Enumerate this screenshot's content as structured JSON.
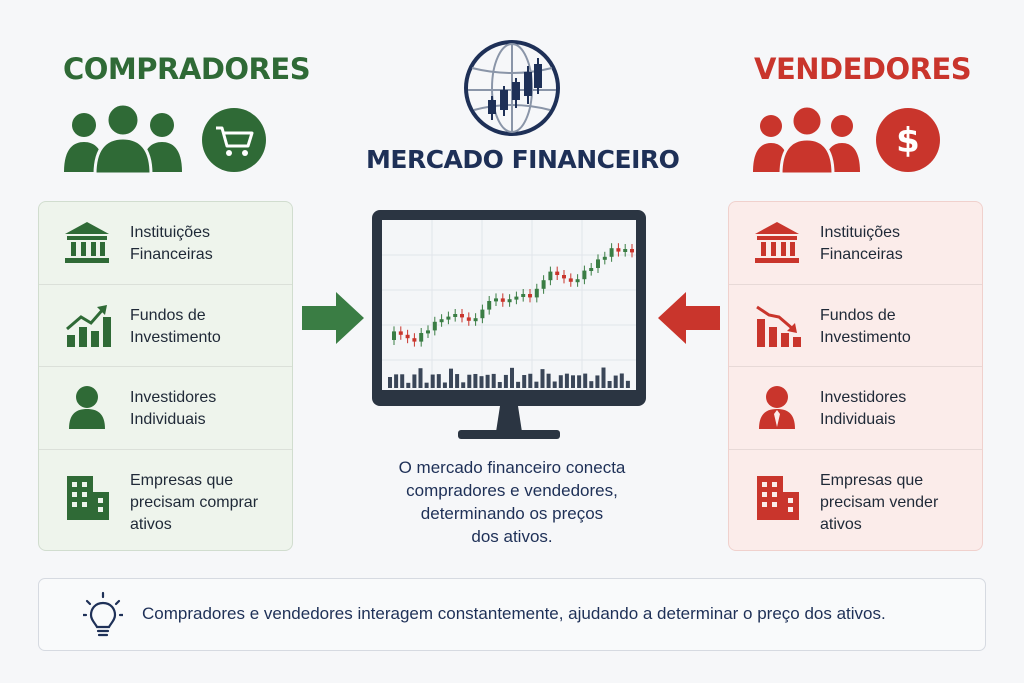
{
  "buyers": {
    "title": "COMPRADORES",
    "color": "#2f6a36",
    "items": [
      {
        "label": "Instituições\nFinanceiras",
        "icon": "bank-icon"
      },
      {
        "label": "Fundos de\nInvestimento",
        "icon": "chart-up-icon"
      },
      {
        "label": "Investidores\nIndividuais",
        "icon": "person-icon"
      },
      {
        "label": "Empresas que\nprecisam comprar\nativos",
        "icon": "building-icon"
      }
    ],
    "header_icons": [
      "people-icon",
      "cart-icon"
    ]
  },
  "sellers": {
    "title": "VENDEDORES",
    "color": "#c9352c",
    "items": [
      {
        "label": "Instituições\nFinanceiras",
        "icon": "bank-icon"
      },
      {
        "label": "Fundos de\nInvestimento",
        "icon": "chart-down-icon"
      },
      {
        "label": "Investidores\nIndividuais",
        "icon": "businessperson-icon"
      },
      {
        "label": "Empresas que\nprecisam vender\nativos",
        "icon": "building-icon"
      }
    ],
    "header_icons": [
      "people-icon",
      "dollar-icon"
    ]
  },
  "center": {
    "title": "MERCADO FINANCEIRO",
    "description": "O mercado financeiro conecta\ncompradores e vendedores,\ndeterminando os preços\ndos ativos.",
    "icons": [
      "globe-candlestick-icon",
      "monitor-icon"
    ],
    "color": "#1e3057"
  },
  "footer": {
    "note": "Compradores e vendedores interagem constantemente, ajudando a determinar o preço dos ativos.",
    "icon": "lightbulb-icon"
  }
}
